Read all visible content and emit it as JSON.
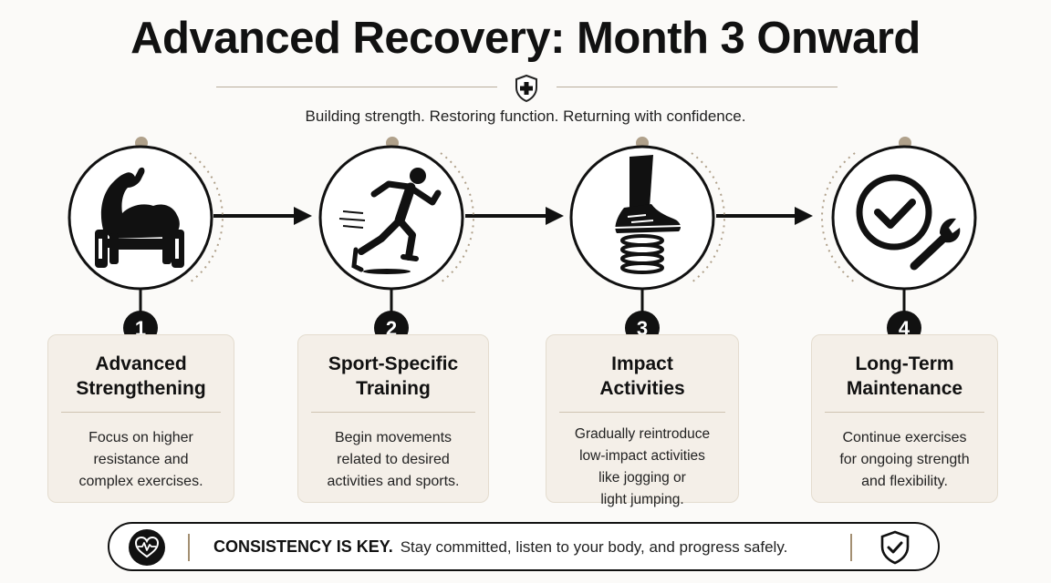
{
  "title": "Advanced Recovery: Month 3 Onward",
  "subtitle": "Building strength. Restoring function. Returning with confidence.",
  "steps": [
    {
      "number": "1",
      "title_line1": "Advanced",
      "title_line2": "Strengthening",
      "text": [
        "Focus on higher",
        "resistance and",
        "complex exercises."
      ],
      "icon": "muscle-dumbbell-icon"
    },
    {
      "number": "2",
      "title_line1": "Sport-Specific",
      "title_line2": "Training",
      "text": [
        "Begin movements",
        "related to desired",
        "activities and sports."
      ],
      "icon": "runner-icon"
    },
    {
      "number": "3",
      "title_line1": "Impact",
      "title_line2": "Activities",
      "text": [
        "Gradually reintroduce",
        "low-impact activities",
        "like jogging or",
        "light jumping."
      ],
      "icon": "shoe-spring-icon"
    },
    {
      "number": "4",
      "title_line1": "Long-Term",
      "title_line2": "Maintenance",
      "text": [
        "Continue exercises",
        "for ongoing strength",
        "and flexibility."
      ],
      "icon": "check-wrench-icon"
    }
  ],
  "footer": {
    "key": "CONSISTENCY IS KEY.",
    "text": "Stay committed, listen to your body, and progress safely.",
    "left_icon": "heart-pulse-icon",
    "right_icon": "shield-check-icon"
  },
  "colors": {
    "accent": "#b0a18b",
    "card_bg": "#f4efe8",
    "ink": "#111111"
  }
}
